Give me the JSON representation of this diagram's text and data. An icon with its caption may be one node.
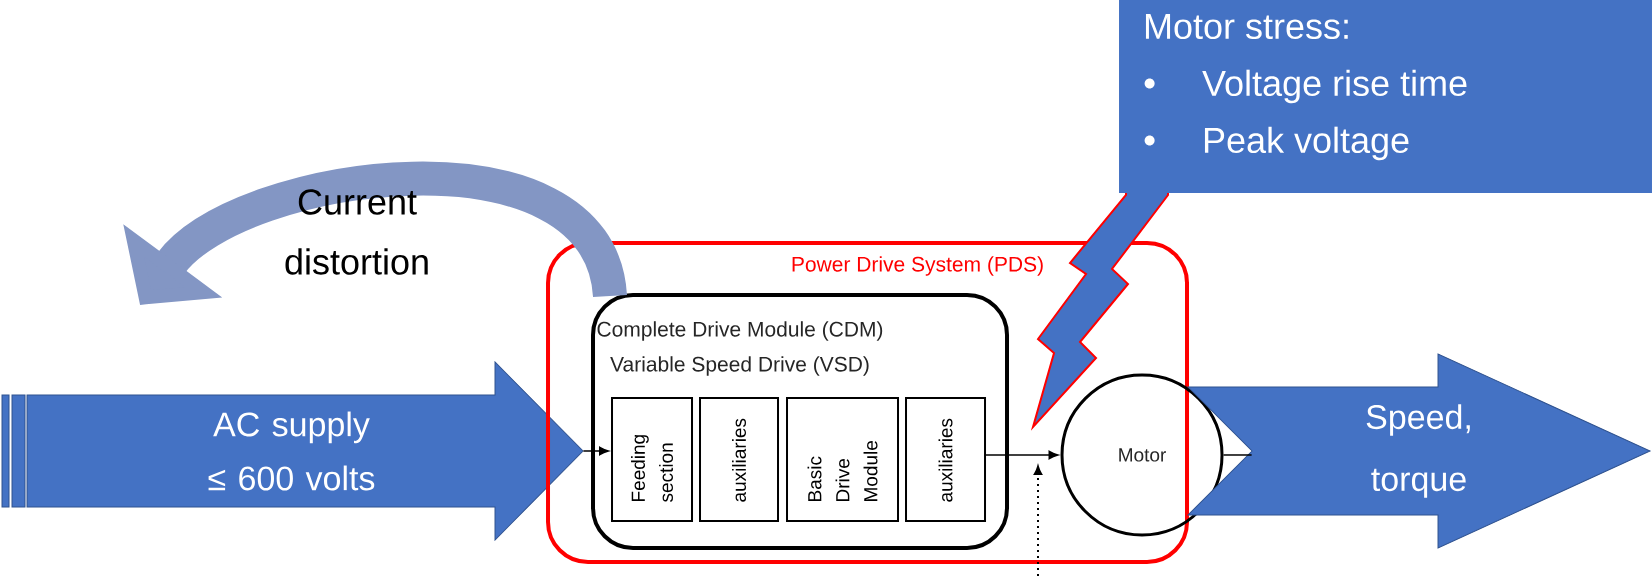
{
  "diagram": {
    "nodes": [
      {
        "text": [
          "AC supply ≤ 600 volts"
        ]
      },
      {
        "text": [
          "Power Drive System (PDS)"
        ]
      },
      {
        "text": [
          "Complete Drive Module (CDM)",
          "Variable Speed Drive (VSD)"
        ],
        "in": 1
      },
      {
        "text": [
          "Feeding section"
        ],
        "in": 2
      },
      {
        "text": [
          "auxiliaries"
        ],
        "in": 2
      },
      {
        "text": [
          "Basic Drive Module"
        ],
        "in": 2
      },
      {
        "text": [
          "auxiliaries"
        ],
        "in": 2
      },
      {
        "text": [
          "Motor"
        ]
      },
      {
        "text": [
          "Speed, torque"
        ]
      },
      {
        "text": [
          "Motor stress:",
          "Voltage rise time",
          "Peak voltage"
        ]
      }
    ],
    "edges": [
      {
        "from": 0,
        "to": 3,
        "arrow": "to"
      },
      {
        "from": 6,
        "to": 7,
        "arrow": "to"
      },
      {
        "from": 7,
        "to": 8,
        "arrow": "none"
      },
      {
        "from": 2,
        "to": null,
        "arrow": "to",
        "label": "Current distortion",
        "style": "thick",
        "color": "#8396c4"
      }
    ]
  }
}
